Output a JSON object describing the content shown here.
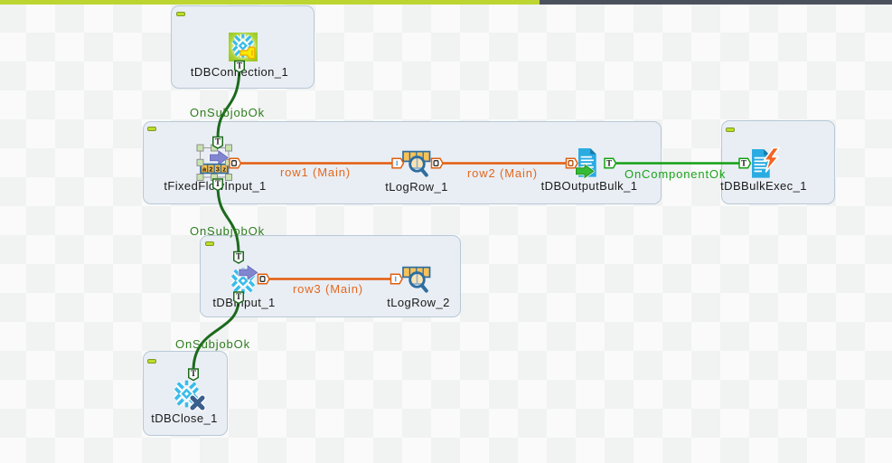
{
  "canvas": {
    "checker_light": "#fafafa",
    "checker_dark": "#f1f2f2",
    "topbar_left_color": "#bcd531",
    "topbar_right_color": "#4b515c",
    "subjob_fill": "#e9eef4",
    "subjob_border": "#b7c9d6"
  },
  "components": [
    {
      "label": "tDBConnection_1",
      "icon": "snowflake-connection"
    },
    {
      "label": "tFixedFlowInput_1",
      "icon": "fixed-flow-input",
      "selected": true
    },
    {
      "label": "tLogRow_1",
      "icon": "logrow"
    },
    {
      "label": "tDBOutputBulk_1",
      "icon": "db-output-bulk"
    },
    {
      "label": "tDBBulkExec_1",
      "icon": "db-bulk-exec"
    },
    {
      "label": "tDBInput_1",
      "icon": "snowflake-input"
    },
    {
      "label": "tLogRow_2",
      "icon": "logrow"
    },
    {
      "label": "tDBClose_1",
      "icon": "snowflake-close"
    }
  ],
  "connections": [
    {
      "label": "OnSubjobOk",
      "type": "trigger-subjob",
      "from": "tDBConnection_1",
      "to": "tFixedFlowInput_1",
      "color": "#1c6a1c"
    },
    {
      "label": "row1 (Main)",
      "type": "row-main",
      "from": "tFixedFlowInput_1",
      "to": "tLogRow_1",
      "color": "#e55c0d"
    },
    {
      "label": "row2 (Main)",
      "type": "row-main",
      "from": "tLogRow_1",
      "to": "tDBOutputBulk_1",
      "color": "#e55c0d"
    },
    {
      "label": "OnComponentOk",
      "type": "trigger-component",
      "from": "tDBOutputBulk_1",
      "to": "tDBBulkExec_1",
      "color": "#14a014"
    },
    {
      "label": "OnSubjobOk",
      "type": "trigger-subjob",
      "from": "tFixedFlowInput_1",
      "to": "tDBInput_1",
      "color": "#1c6a1c"
    },
    {
      "label": "row3 (Main)",
      "type": "row-main",
      "from": "tDBInput_1",
      "to": "tLogRow_2",
      "color": "#e55c0d"
    },
    {
      "label": "OnSubjobOk",
      "type": "trigger-subjob",
      "from": "tDBInput_1",
      "to": "tDBClose_1",
      "color": "#1c6a1c"
    }
  ]
}
